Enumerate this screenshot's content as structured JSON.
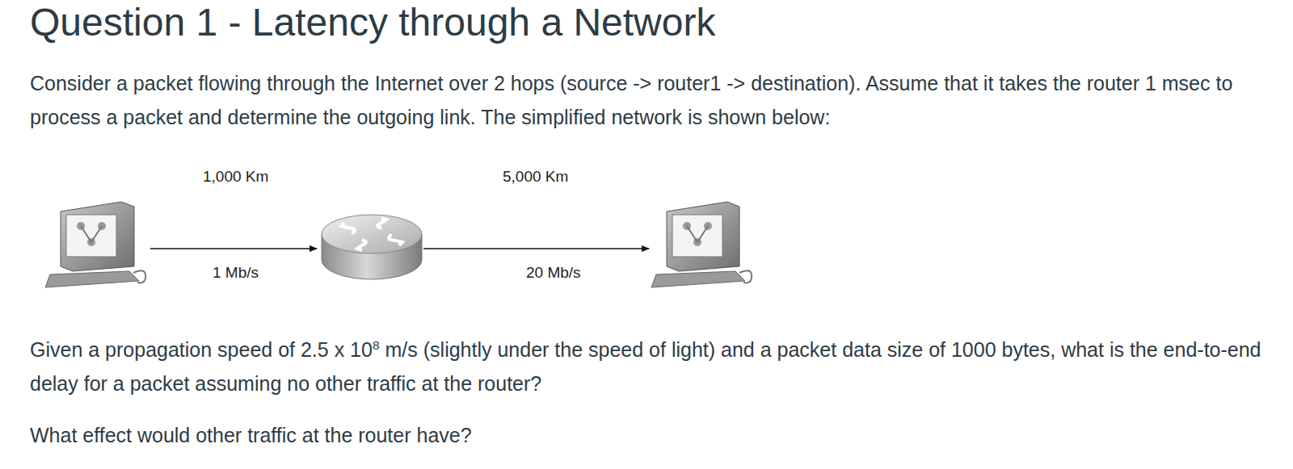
{
  "diagram": {
    "title": "Question 1 - Latency through a Network",
    "labels": [
      "Consider a packet flowing through the Internet over 2 hops (source -> router1 -> destination). Assume that it takes the router 1 msec to process a packet and determine the outgoing link. The simplified network is shown below:",
      "1,000 Km",
      "1 Mb/s",
      "5,000 Km",
      "20 Mb/s",
      "Given a propagation speed of 2.5 x 10",
      "8",
      "m/s (slightly under the speed of light) and a packet data size of 1000 bytes, what is the end-to-end delay for a packet assuming no other traffic at the router?",
      "What effect would other traffic at the router have?"
    ]
  }
}
